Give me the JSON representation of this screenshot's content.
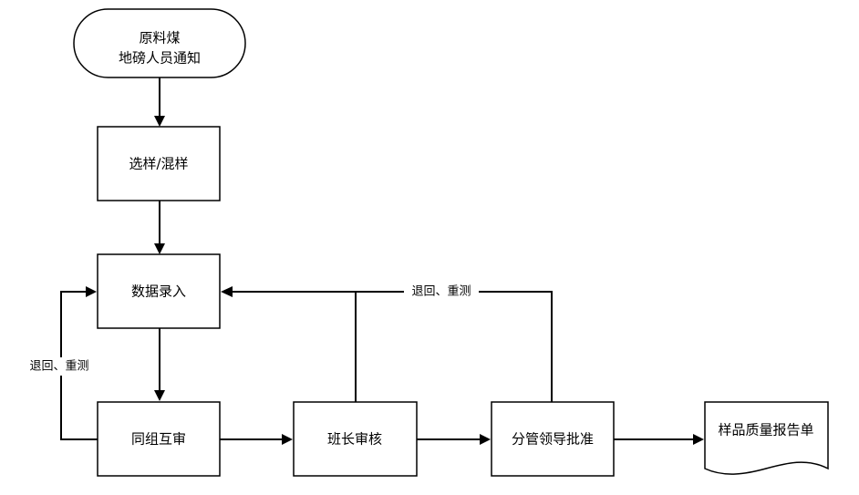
{
  "nodes": {
    "start": {
      "line1": "原料煤",
      "line2": "地磅人员通知"
    },
    "sample_select": "选样/混样",
    "data_entry": "数据录入",
    "peer_review": "同组互审",
    "shift_review": "班长审核",
    "leader_approval": "分管领导批准",
    "report": "样品质量报告单"
  },
  "edges": {
    "return_retest_left": "退回、重测",
    "return_retest_top": "退回、重测"
  },
  "colors": {
    "stroke": "#000000",
    "fill": "#ffffff"
  }
}
